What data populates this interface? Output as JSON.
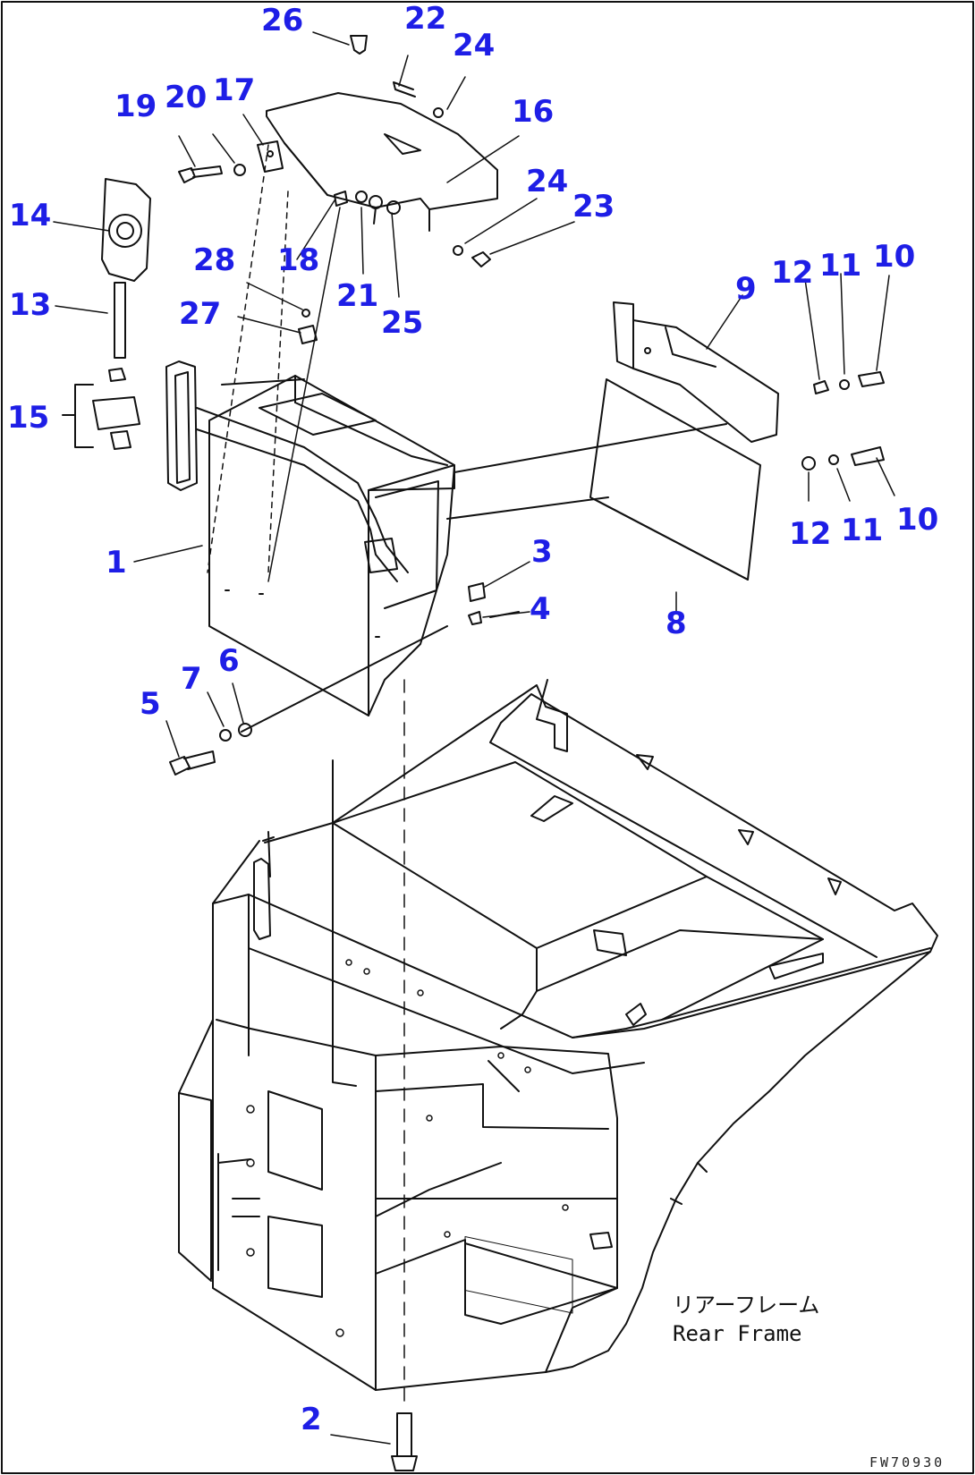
{
  "diagram": {
    "callouts": {
      "c26": "26",
      "c22": "22",
      "c24a": "24",
      "c19": "19",
      "c20": "20",
      "c17": "17",
      "c16": "16",
      "c14": "14",
      "c24b": "24",
      "c23": "23",
      "c28": "28",
      "c18": "18",
      "c21": "21",
      "c25": "25",
      "c13": "13",
      "c27": "27",
      "c9": "9",
      "c12a": "12",
      "c11a": "11",
      "c10a": "10",
      "c15": "15",
      "c12b": "12",
      "c11b": "11",
      "c10b": "10",
      "c1": "1",
      "c3": "3",
      "c4": "4",
      "c8": "8",
      "c7": "7",
      "c6": "6",
      "c5": "5",
      "c2": "2"
    },
    "frame_label_jp": "リアーフレーム",
    "frame_label_en": "Rear Frame",
    "figure_code": "FW70930"
  },
  "colors": {
    "callout": "#1e1ee6",
    "line": "#111111",
    "background": "#ffffff"
  }
}
